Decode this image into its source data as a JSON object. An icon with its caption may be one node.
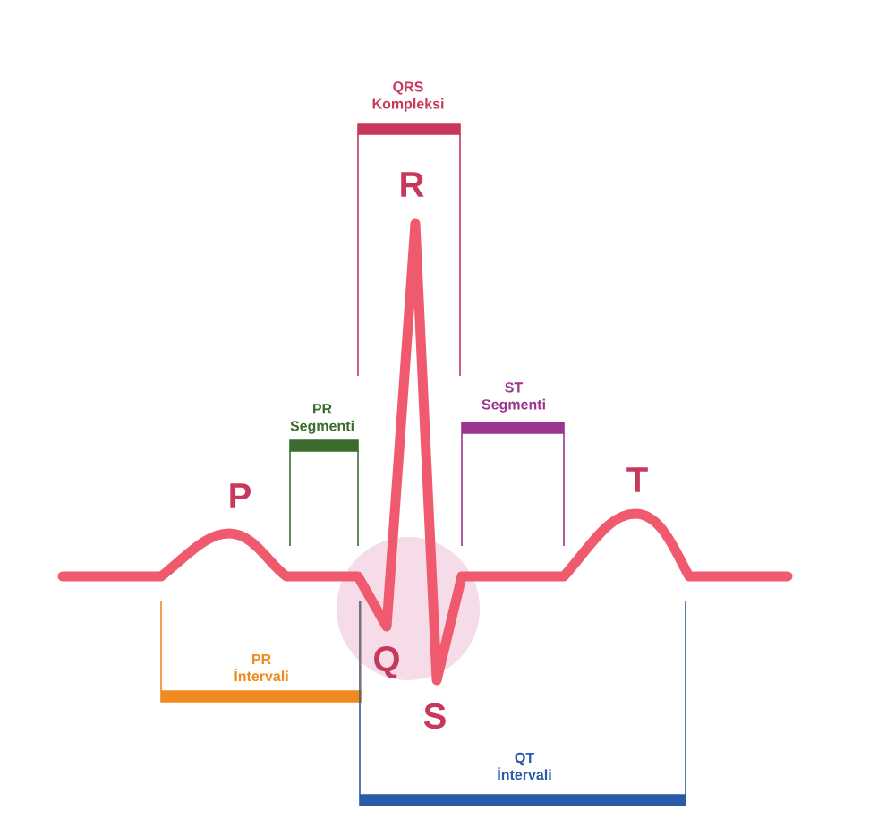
{
  "diagram": {
    "labels": [
      "QRS Kompleksi",
      "R",
      "PR Segmenti",
      "ST Segmenti",
      "P",
      "T",
      "Q",
      "PR İntervali",
      "S",
      "QT İntervali"
    ]
  }
}
